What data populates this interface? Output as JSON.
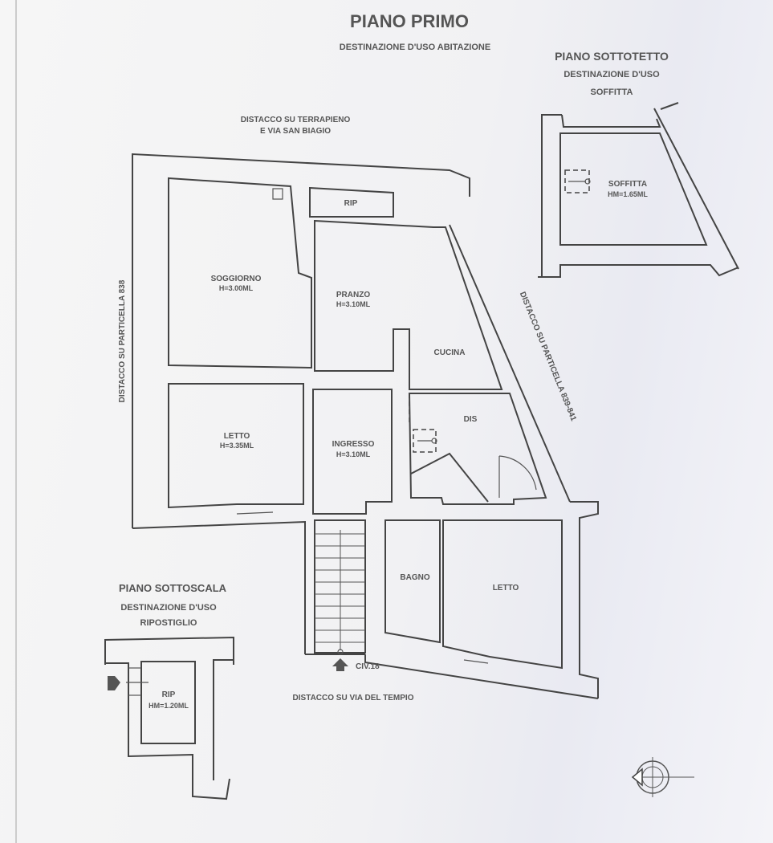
{
  "piano_primo": {
    "title": "PIANO PRIMO",
    "subtitle": "DESTINAZIONE D'USO ABITAZIONE",
    "north_label_1": "DISTACCO SU TERRAPIENO",
    "north_label_2": "E VIA SAN BIAGIO",
    "west_label": "DISTACCO SU PARTICELLA 838",
    "east_label": "DISTACCO SU PARTICELLA 839-841",
    "south_label": "DISTACCO SU VIA DEL TEMPIO",
    "entrance_label": "CIV.18",
    "rooms": [
      {
        "name": "SOGGIORNO",
        "height": "H=3.00ML"
      },
      {
        "name": "PRANZO",
        "height": "H=3.10ML"
      },
      {
        "name": "CUCINA",
        "height": ""
      },
      {
        "name": "RIP",
        "height": ""
      },
      {
        "name": "LETTO",
        "height": "H=3.35ML"
      },
      {
        "name": "INGRESSO",
        "height": "H=3.10ML"
      },
      {
        "name": "DIS",
        "height": ""
      },
      {
        "name": "BAGNO",
        "height": ""
      },
      {
        "name": "LETTO",
        "height": ""
      }
    ]
  },
  "piano_sottotetto": {
    "title": "PIANO SOTTOTETTO",
    "subtitle": "DESTINAZIONE D'USO",
    "use": "SOFFITTA",
    "room": "SOFFITTA",
    "height": "HM=1.65ML"
  },
  "piano_sottoscala": {
    "title": "PIANO SOTTOSCALA",
    "subtitle": "DESTINAZIONE D'USO",
    "use": "RIPOSTIGLIO",
    "room": "RIP",
    "height": "HM=1.20ML"
  }
}
